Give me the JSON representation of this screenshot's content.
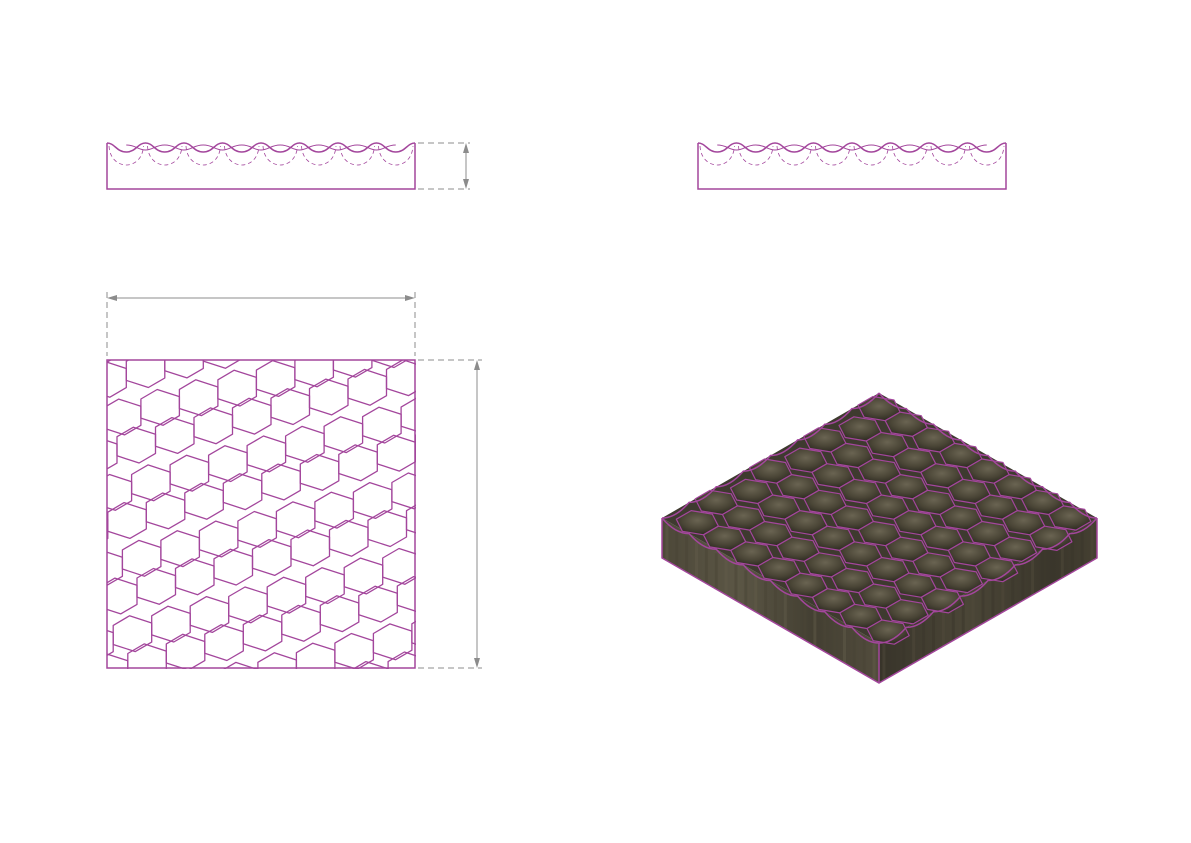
{
  "drawing": {
    "views": [
      "front-view",
      "side-view",
      "top-view",
      "isometric-view"
    ],
    "colors": {
      "outline": "#a3469c",
      "hidden_line": "#a3469c",
      "dimension": "#8c8c8c",
      "body_dark": "#3f3b31",
      "body_mid": "#5a5545",
      "body_light": "#6e6853",
      "background": "#ffffff"
    },
    "pattern": {
      "name": "hexagonal-cells",
      "cells_per_side": 8
    },
    "dimensions": {
      "height_label": "",
      "width_label": "",
      "depth_label": ""
    }
  }
}
